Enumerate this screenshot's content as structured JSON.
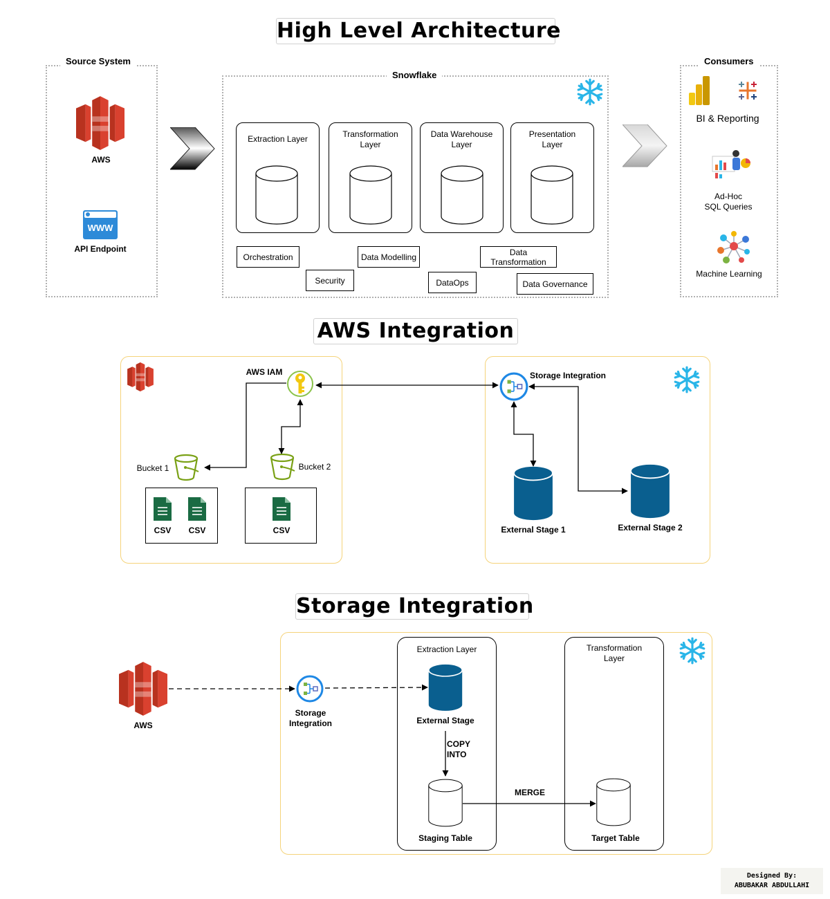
{
  "titles": {
    "high_level": "High Level Architecture",
    "aws_integration": "AWS Integration",
    "storage_integration": "Storage Integration"
  },
  "high_level": {
    "source_system": {
      "label": "Source System",
      "aws": "AWS",
      "api": "API Endpoint",
      "www": "WWW"
    },
    "snowflake": {
      "label": "Snowflake",
      "layers": [
        "Extraction Layer",
        "Transformation\nLayer",
        "Data Warehouse\nLayer",
        "Presentation\nLayer"
      ],
      "tags": {
        "orchestration": "Orchestration",
        "security": "Security",
        "data_modelling": "Data Modelling",
        "dataops": "DataOps",
        "data_transformation": "Data\nTransformation",
        "data_governance": "Data Governance"
      }
    },
    "consumers": {
      "label": "Consumers",
      "bi": "BI & Reporting",
      "adhoc": "Ad-Hoc\nSQL Queries",
      "ml": "Machine Learning"
    }
  },
  "aws_integration": {
    "aws_iam": "AWS IAM",
    "bucket1": "Bucket 1",
    "bucket2": "Bucket 2",
    "csv": "CSV",
    "storage_integration": "Storage Integration",
    "external_stage1": "External Stage 1",
    "external_stage2": "External Stage 2"
  },
  "storage_integration": {
    "aws": "AWS",
    "storage_integration": "Storage\nIntegration",
    "extraction_layer": "Extraction Layer",
    "transformation_layer": "Transformation\nLayer",
    "external_stage": "External Stage",
    "copy_into": "COPY\nINTO",
    "staging_table": "Staging Table",
    "merge": "MERGE",
    "target_table": "Target Table"
  },
  "credit": {
    "text": "Designed By:\nABUBAKAR ABDULLAHI"
  },
  "colors": {
    "aws_red": "#d9412f",
    "snowflake_blue": "#29b5e8",
    "stage_blue": "#0a5f8f",
    "bucket_green": "#7aa116",
    "csv_green": "#1a6b43",
    "yellow_border": "#f5d37a"
  },
  "icons": [
    "aws-s3-icon",
    "www-icon",
    "snowflake-icon",
    "chevron-arrow-icon",
    "powerbi-icon",
    "tableau-icon",
    "adhoc-analytics-icon",
    "machine-learning-icon",
    "iam-key-icon",
    "bucket-icon",
    "csv-file-icon",
    "storage-integration-icon",
    "database-icon"
  ]
}
